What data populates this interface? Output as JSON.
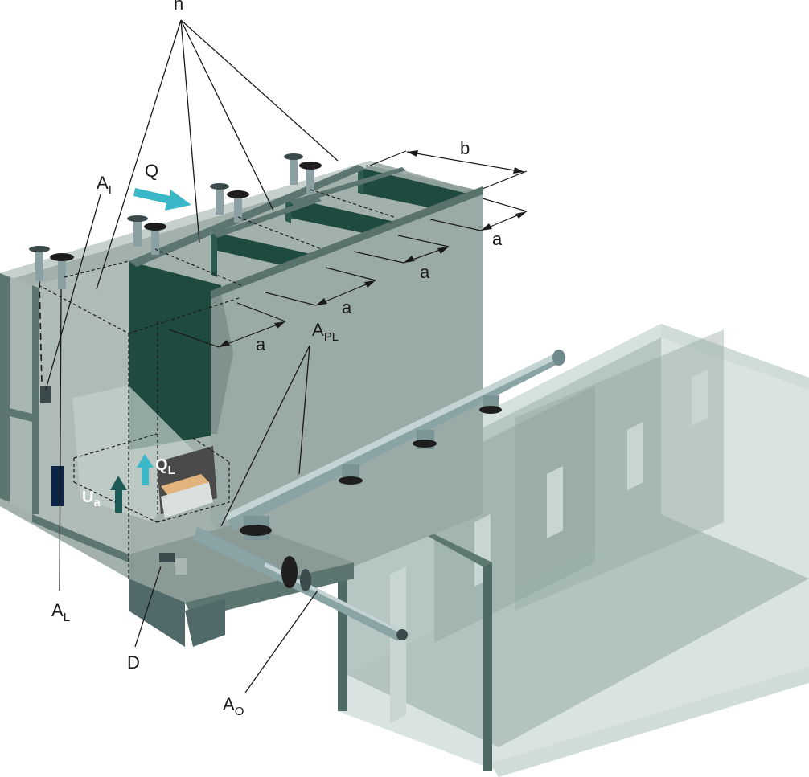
{
  "labels": {
    "n": "n",
    "q": "Q",
    "a_i": {
      "main": "A",
      "sub": "I"
    },
    "b": "b",
    "a1": "a",
    "a2": "a",
    "a3": "a",
    "a4": "a",
    "a_pl": {
      "main": "A",
      "sub": "PL"
    },
    "q_l": {
      "main": "Q",
      "sub": "L"
    },
    "u_a": {
      "main": "U",
      "sub": "a"
    },
    "a_l": {
      "main": "A",
      "sub": "L"
    },
    "d": "D",
    "a_o": {
      "main": "A",
      "sub": "O"
    }
  },
  "colors": {
    "wall_light": "#a9b6b2",
    "wall_mid": "#8e9e99",
    "wall_dark": "#56706a",
    "chamber": "#1f4a40",
    "pipe": "#8aa3a5",
    "glass": "#b7cbc7",
    "flow_arrow": "#3ab8c8",
    "up_arrow": "#1e5a56",
    "sludge": "#e2b37c"
  }
}
